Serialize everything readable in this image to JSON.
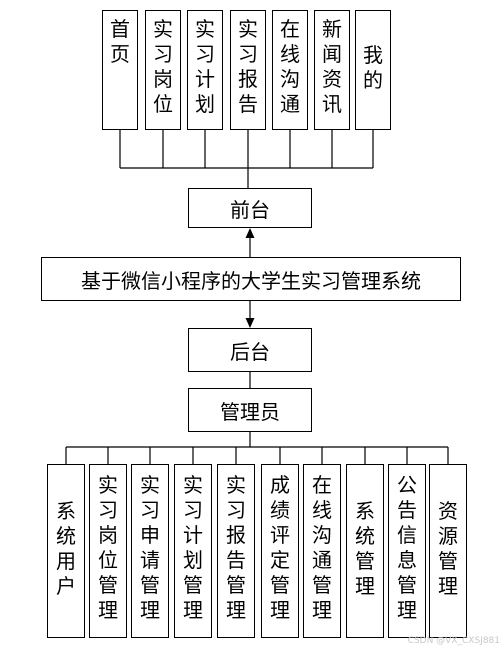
{
  "frontend": {
    "modules": [
      "首页",
      "实习岗位",
      "实习计划",
      "实习报告",
      "在线沟通",
      "新闻资讯",
      "我的"
    ],
    "label": "前台"
  },
  "system": {
    "title": "基于微信小程序的大学生实习管理系统"
  },
  "backend": {
    "label": "后台",
    "admin": "管理员",
    "modules": [
      "系统用户",
      "实习岗位管理",
      "实习申请管理",
      "实习计划管理",
      "实习报告管理",
      "成绩评定管理",
      "在线沟通管理",
      "系统管理",
      "公告信息管理",
      "资源管理"
    ]
  },
  "watermark": "CSDN @VX_CXSJ881"
}
